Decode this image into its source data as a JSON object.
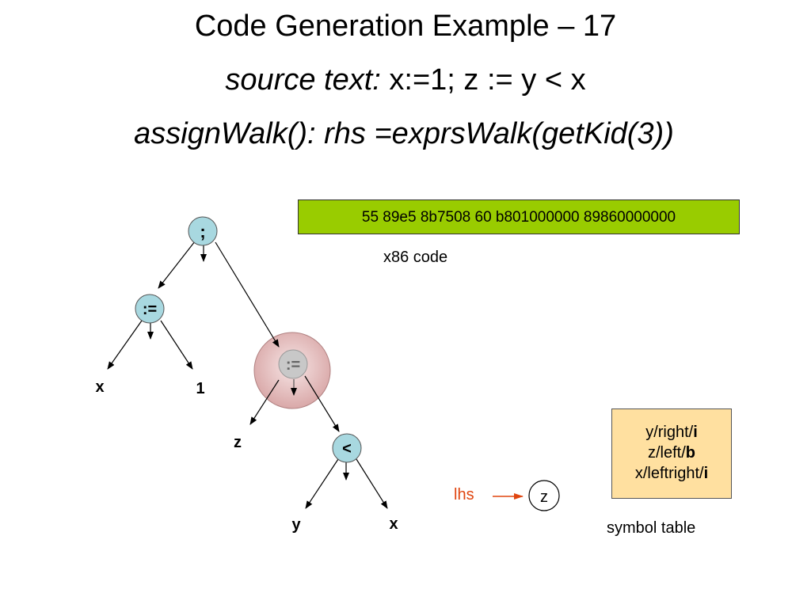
{
  "slide": {
    "title": "Code Generation Example – 17",
    "source_label": "source text:",
    "source_code": " x:=1; z := y < x",
    "call_line": "assignWalk(): rhs =exprsWalk(getKid(3))"
  },
  "tree": {
    "root": ";",
    "assign1": ":=",
    "assign1_lhs": "x",
    "assign1_rhs": "1",
    "assign2": ":=",
    "assign2_lhs": "z",
    "compare": "<",
    "compare_left": "y",
    "compare_right": "x"
  },
  "x86": {
    "code": "55 89e5 8b7508 60 b801000000 89860000000",
    "caption": "x86 code"
  },
  "lhs": {
    "label": "lhs",
    "value": "z"
  },
  "symbol_table": {
    "entries": [
      {
        "text": "y/right/",
        "tag": "i"
      },
      {
        "text": "z/left/",
        "tag": "b"
      },
      {
        "text": "x/leftright/",
        "tag": "i"
      }
    ],
    "caption": "symbol table"
  },
  "colors": {
    "node_fill": "#a8d8e0",
    "highlight_fill": "#e8c4c4",
    "code_box": "#99cc00",
    "symbol_box": "#ffe0a0",
    "lhs_arrow": "#e0450f"
  }
}
